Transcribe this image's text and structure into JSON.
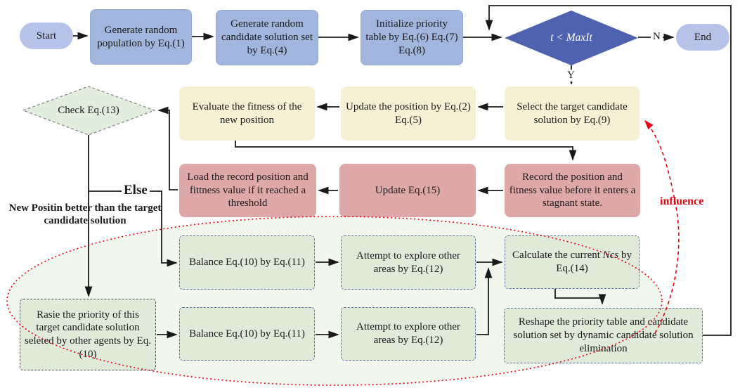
{
  "palette": {
    "process_blue": "#a2b6dd",
    "terminal_blue": "#b7c2e8",
    "decision_blue": "#4e62af",
    "soft_yellow": "#f7f0d5",
    "soft_pink": "#dfa8a8",
    "soft_green": "#dfead9",
    "region_green_fill": "#f2f7ee",
    "accent_red": "#ee0011",
    "line_color": "#1a1a1a"
  },
  "nodes": {
    "start": "Start",
    "end": "End",
    "generate_population": "Generate random population by Eq.(1)",
    "generate_candidate_set": "Generate random candidate solution set by Eq.(4)",
    "initialize_priority": "Initialize priority table by Eq.(6) Eq.(7) Eq.(8)",
    "loop_condition": "t < MaxIt",
    "select_target": "Select the target candidate solution by Eq.(9)",
    "update_position": "Update the position by Eq.(2) Eq.(5)",
    "evaluate_fitness": "Evaluate the fitness of the new position",
    "check_condition": "Check Eq.(13)",
    "record_position": "Record the position and fitness value before it enters a stagnant state.",
    "update_eq15": "Update Eq.(15)",
    "load_record": "Load the record position and fittness value if it reached a threshold",
    "raise_priority": "Rasie the priority of this target candidate solution seleted by other agents by Eq.(10)",
    "balance_top": "Balance Eq.(10) by Eq.(11)",
    "explore_top": "Attempt to explore other areas by Eq.(12)",
    "calculate_ncs": {
      "prefix": "Calculate the current ",
      "italic": "Ncs",
      "suffix": " by Eq.(14)"
    },
    "balance_bottom": "Balance Eq.(10) by Eq.(11)",
    "explore_bottom": "Attempt to explore other areas by Eq.(12)",
    "reshape": "Reshape the priority table and candidate solution set by dynamic candidate solution elimination"
  },
  "edge_labels": {
    "no": "N",
    "yes": "Y",
    "else": "Else",
    "new_position_branch": "New Positin better than the target candidate solution",
    "influence": "influence"
  }
}
